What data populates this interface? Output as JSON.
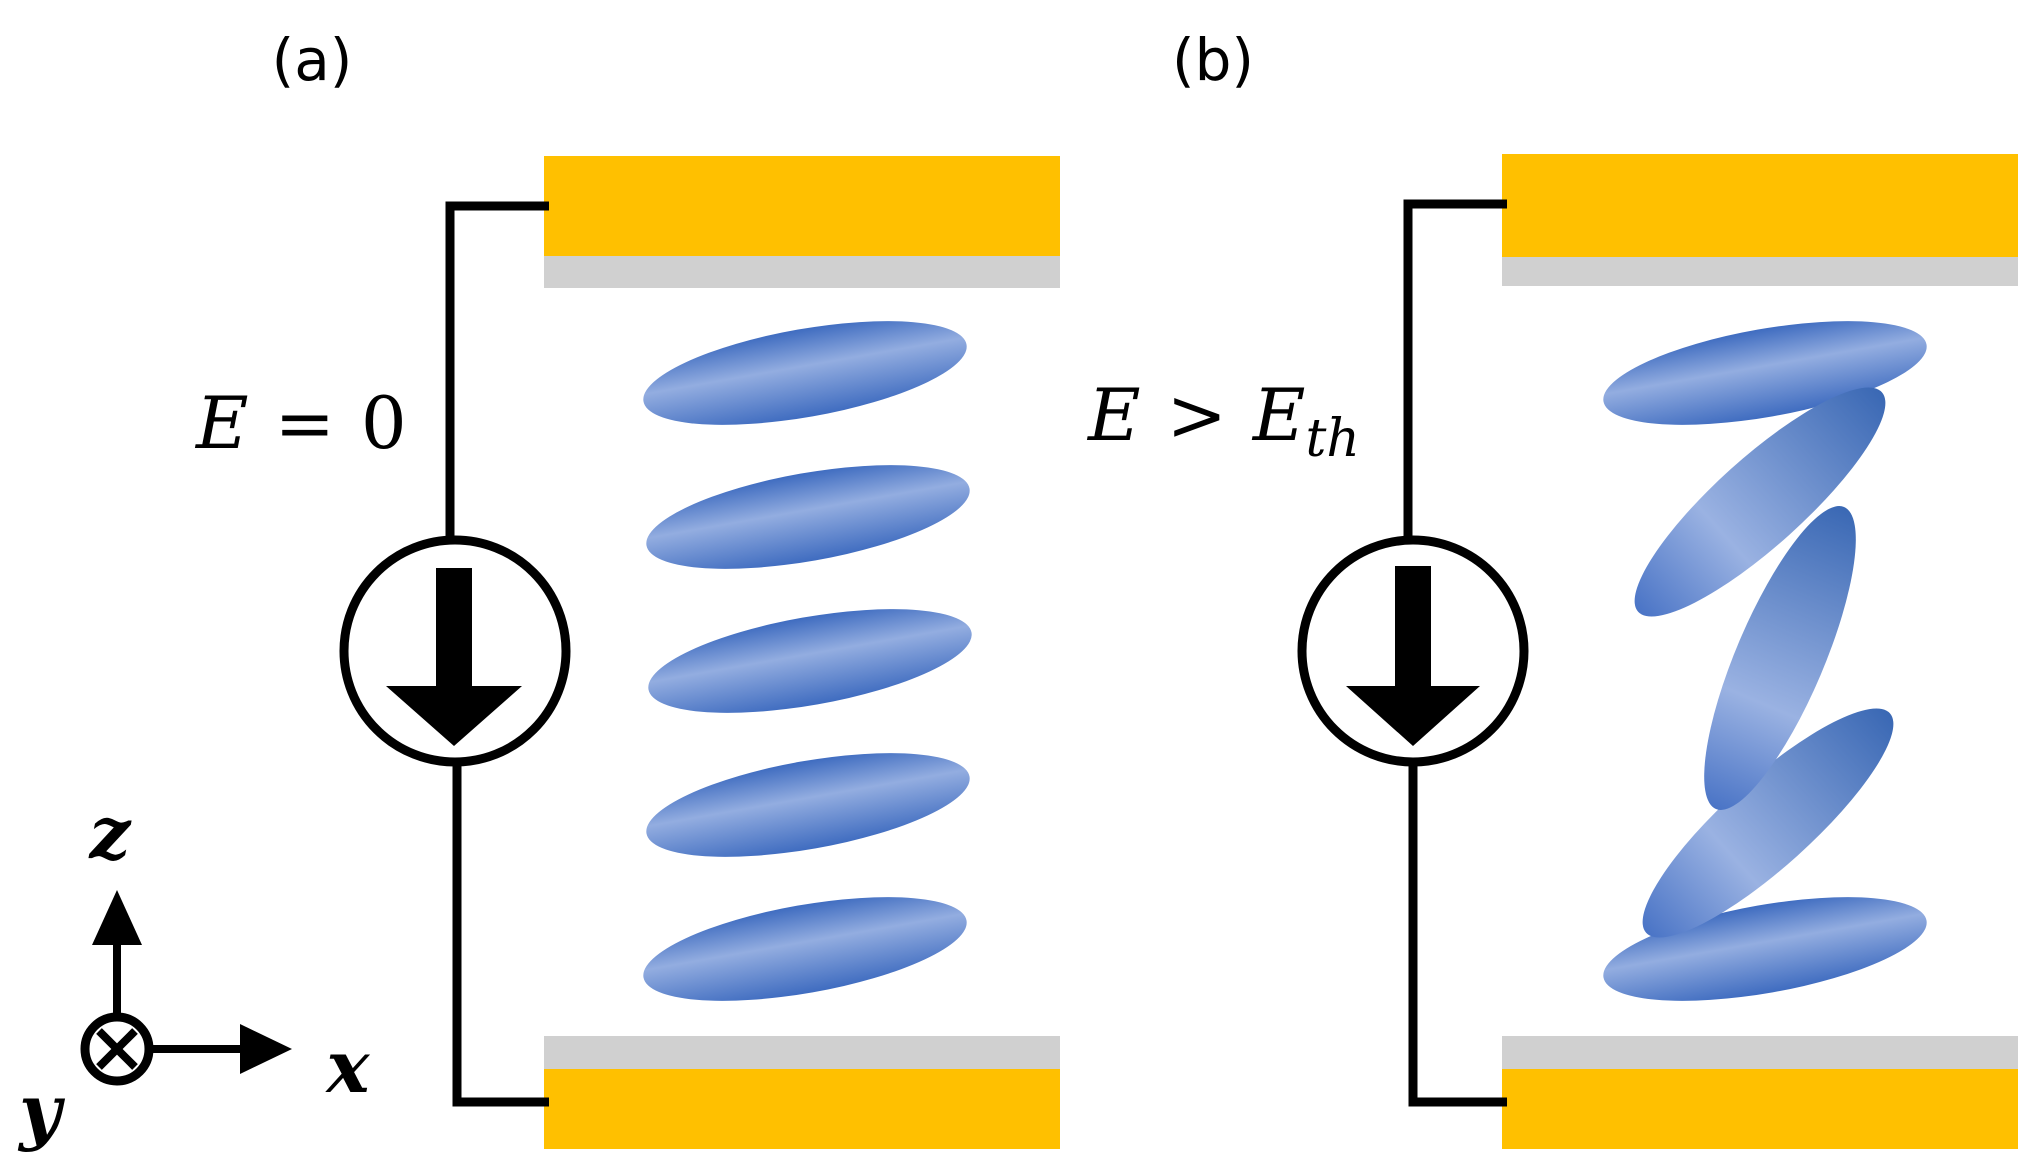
{
  "panels": [
    {
      "id": "a",
      "label": "(a)",
      "field": {
        "lhs": "E",
        "op": "=",
        "rhs": "0",
        "sub": ""
      }
    },
    {
      "id": "b",
      "label": "(b)",
      "field": {
        "lhs": "E",
        "op": ">",
        "rhs": "E",
        "sub": "th"
      }
    }
  ],
  "axes": {
    "z": "z",
    "x": "x",
    "y": "y"
  },
  "colors": {
    "electrode": "#FFC000",
    "alignment_layer": "#D0D0D0",
    "molecule_light": "#8FA9DE",
    "molecule_dark": "#3F6CC0",
    "wire": "#000000"
  }
}
